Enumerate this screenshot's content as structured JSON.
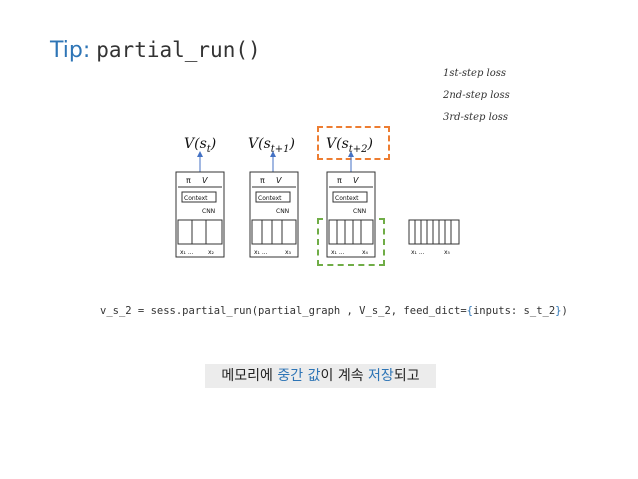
{
  "title": {
    "tip": "Tip:",
    "code": "partial_run()"
  },
  "losses": [
    "1st-step loss",
    "2nd-step loss",
    "3rd-step loss"
  ],
  "value_labels": [
    {
      "base": "V(s",
      "sub": "t",
      "close": ")"
    },
    {
      "base": "V(s",
      "sub": "t+1",
      "close": ")"
    },
    {
      "base": "V(s",
      "sub": "t+2",
      "close": ")"
    }
  ],
  "code_line": {
    "before": "v_s_2 = sess.partial_run(partial_graph , V_s_2, feed_dict=",
    "open": "{",
    "inner": "inputs: s_t_2",
    "close": "}",
    "after": ")"
  },
  "note": {
    "p1": "메모리에 ",
    "h1": "중간 값",
    "p2": "이 계속 ",
    "h2": "저장",
    "p3": "되고"
  },
  "diagram": {
    "pi": "π",
    "v": "V",
    "context": "Context",
    "cnn": "CNN",
    "arrow_color": "#4472c4",
    "orange": "#ed7d31",
    "green": "#70ad47"
  }
}
